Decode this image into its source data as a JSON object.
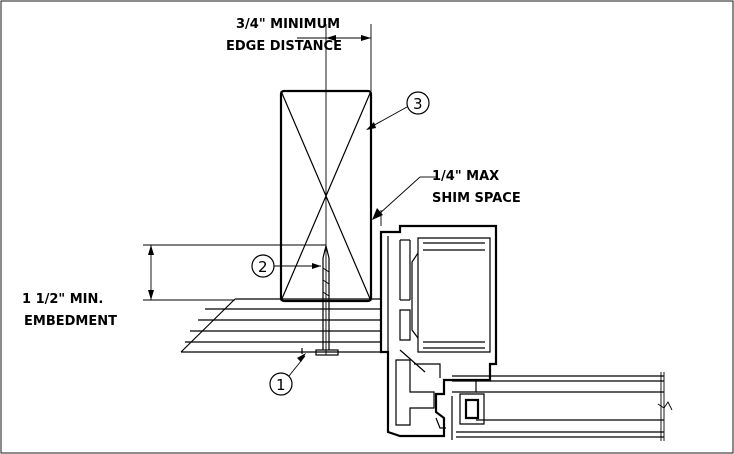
{
  "annotations": {
    "edge_distance_line1": "3/4\" MINIMUM",
    "edge_distance_line2": "EDGE DISTANCE",
    "shim_line1": "1/4\" MAX",
    "shim_line2": "SHIM SPACE",
    "embedment_line1": "1 1/2\" MIN.",
    "embedment_line2": "EMBEDMENT"
  },
  "callouts": {
    "fastener": "1",
    "fastener_point": "2",
    "wood_buck": "3"
  }
}
